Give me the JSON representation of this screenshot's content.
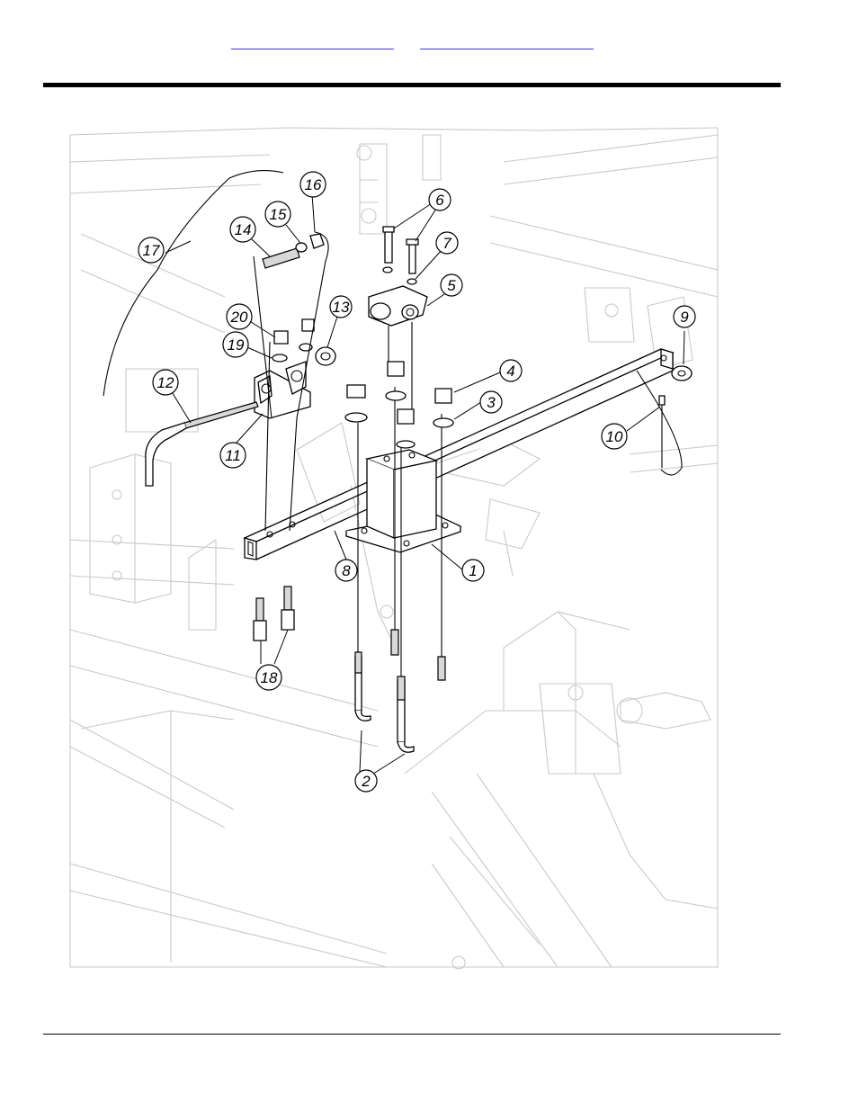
{
  "header": {
    "link_left": "",
    "link_right": ""
  },
  "diagram": {
    "callouts": [
      {
        "id": "callout-1",
        "label": "1"
      },
      {
        "id": "callout-2",
        "label": "2"
      },
      {
        "id": "callout-3",
        "label": "3"
      },
      {
        "id": "callout-4",
        "label": "4"
      },
      {
        "id": "callout-5",
        "label": "5"
      },
      {
        "id": "callout-6",
        "label": "6"
      },
      {
        "id": "callout-7",
        "label": "7"
      },
      {
        "id": "callout-8",
        "label": "8"
      },
      {
        "id": "callout-9",
        "label": "9"
      },
      {
        "id": "callout-10",
        "label": "10"
      },
      {
        "id": "callout-11",
        "label": "11"
      },
      {
        "id": "callout-12",
        "label": "12"
      },
      {
        "id": "callout-13",
        "label": "13"
      },
      {
        "id": "callout-14",
        "label": "14"
      },
      {
        "id": "callout-15",
        "label": "15"
      },
      {
        "id": "callout-16",
        "label": "16"
      },
      {
        "id": "callout-17",
        "label": "17"
      },
      {
        "id": "callout-18",
        "label": "18"
      },
      {
        "id": "callout-19",
        "label": "19"
      },
      {
        "id": "callout-20",
        "label": "20"
      }
    ]
  }
}
